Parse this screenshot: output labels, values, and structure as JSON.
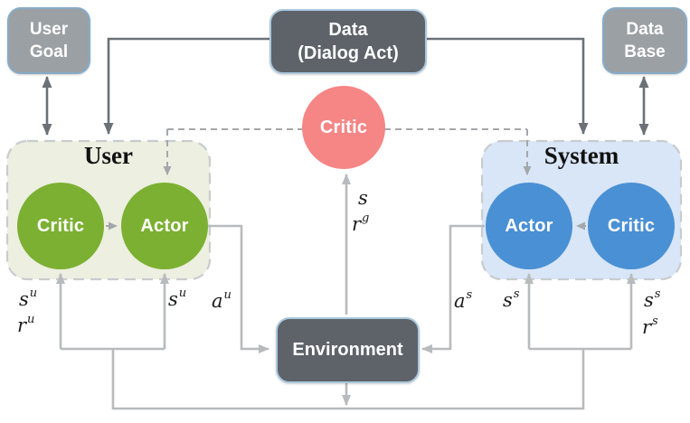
{
  "diagram": {
    "boxes": {
      "user_goal": {
        "line1": "User",
        "line2": "Goal"
      },
      "data_dialog_act": {
        "line1": "Data",
        "line2": "(Dialog Act)"
      },
      "data_base": {
        "line1": "Data",
        "line2": "Base"
      },
      "environment": {
        "label": "Environment"
      }
    },
    "global_critic": {
      "label": "Critic"
    },
    "user_panel": {
      "title": "User",
      "critic_label": "Critic",
      "actor_label": "Actor"
    },
    "system_panel": {
      "title": "System",
      "actor_label": "Actor",
      "critic_label": "Critic"
    },
    "math_labels": {
      "s_u_left": {
        "base": "s",
        "sup": "u"
      },
      "r_u": {
        "base": "r",
        "sup": "u"
      },
      "s_u_right": {
        "base": "s",
        "sup": "u"
      },
      "a_u": {
        "base": "a",
        "sup": "u"
      },
      "s_global": {
        "base": "s",
        "sup": ""
      },
      "r_g": {
        "base": "r",
        "sup": "g"
      },
      "a_s": {
        "base": "a",
        "sup": "s"
      },
      "s_s_left": {
        "base": "s",
        "sup": "s"
      },
      "s_s_right": {
        "base": "s",
        "sup": "s"
      },
      "r_s": {
        "base": "r",
        "sup": "s"
      }
    }
  },
  "colors": {
    "bg": "#ffffff",
    "box_gray": "#9ba0a4",
    "box_gray_border": "#86abc8",
    "box_dark": "#5d6369",
    "box_dark_border": "#abc8de",
    "panel_user_bg": "#edefe1",
    "panel_system_bg": "#d8e6f8",
    "panel_border": "#c9ccce",
    "circle_green": "#7cb032",
    "circle_blue": "#4a90d4",
    "circle_pink": "#f68585",
    "arrow_dark": "#6b7177",
    "arrow_light": "#b8bbbd",
    "arrow_dash": "#a4a7aa",
    "label_color": "#1b1b1b"
  }
}
